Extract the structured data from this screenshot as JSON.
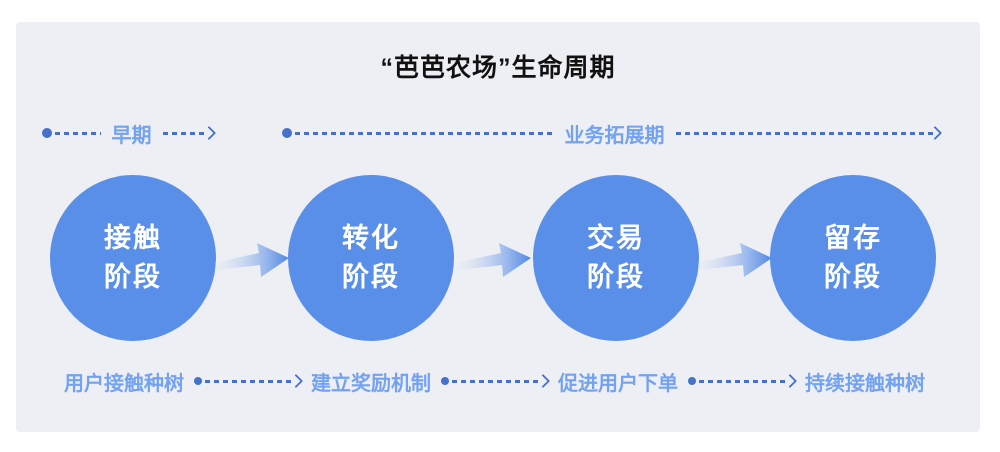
{
  "title": "“芭芭农场”生命周期",
  "phase_axes": {
    "early": "早期",
    "expansion": "业务拓展期"
  },
  "stages": [
    {
      "name_line1": "接触",
      "name_line2": "阶段",
      "action": "用户接触种树"
    },
    {
      "name_line1": "转化",
      "name_line2": "阶段",
      "action": "建立奖励机制"
    },
    {
      "name_line1": "交易",
      "name_line2": "阶段",
      "action": "促进用户下单"
    },
    {
      "name_line1": "留存",
      "name_line2": "阶段",
      "action": "持续接触种树"
    }
  ],
  "colors": {
    "panel_bg": "#EDEFF4",
    "title_color": "#111111",
    "circle_fill": "#5A8FE9",
    "label_blue": "#74A2F2",
    "dash_blue": "#4471CE",
    "arrow_grad_start": "#E3E9F3",
    "arrow_grad_end": "#4E86E6"
  }
}
